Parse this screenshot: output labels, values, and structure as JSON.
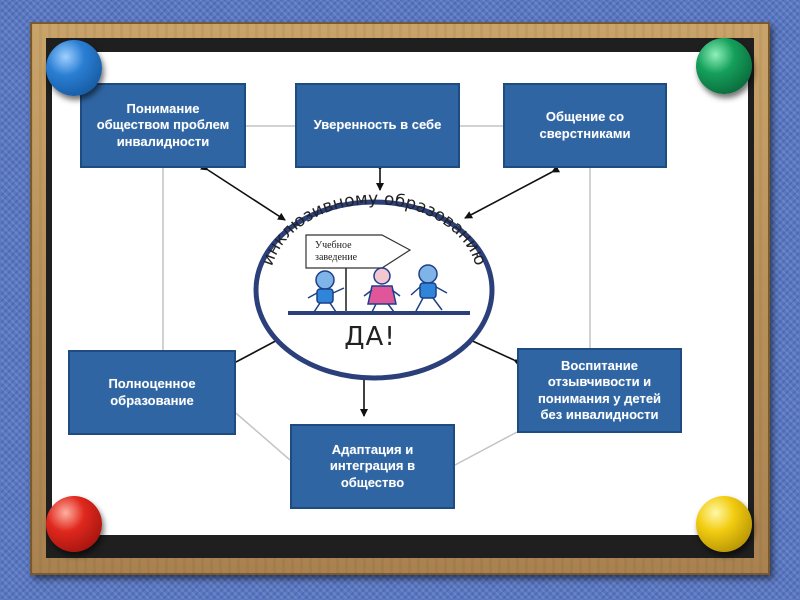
{
  "boxes": {
    "understanding": "Понимание\nобществом проблем\nинвалидности",
    "confidence": "Уверенность в себе",
    "communication": "Общение со\nсверстниками",
    "education": "Полноценное\nобразование",
    "upbringing": "Воспитание\nотзывчивости и\nпонимания у детей\nбез инвалидности",
    "adaptation": "Адаптация и\nинтеграция в\nобщество"
  },
  "center": {
    "arc_text": "инклюзивному образованию",
    "sign_text": "Учебное\nзаведение",
    "answer": "ДА!"
  },
  "colors": {
    "box_fill": "#2f65a3",
    "box_text": "#ffffff",
    "pin_blue": "#2a7fd4",
    "pin_green": "#15a05c",
    "pin_red": "#e0281e",
    "pin_yellow": "#f2cc10",
    "frame": "#b8915a"
  }
}
